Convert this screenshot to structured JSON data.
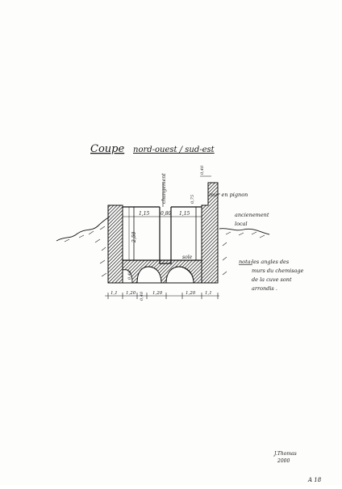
{
  "title": {
    "main": "Coupe",
    "sub": "nord-ouest / sud-est"
  },
  "labels": {
    "changement": "changement",
    "mur_pignon": "mur en pignon",
    "ancien_line1": "ancienement",
    "ancien_line2": "local",
    "sole": "sole",
    "nota_head": "nota:",
    "nota_lines": [
      "les angles des",
      "murs du chemisage",
      "de la cuve sont",
      "arrondis ."
    ]
  },
  "dimensions": {
    "top_width": "0,40",
    "pignon_height": "0,75",
    "inner_left": "1,15",
    "inner_mid": "0,80",
    "inner_right": "1,15",
    "height_main": "2,50",
    "height_lower": "0,40",
    "bottom": [
      "1,1",
      "1,20",
      "0,40",
      "1,20",
      "1,20",
      "1,1"
    ]
  },
  "signature": {
    "name": "J.Thomas",
    "year": "2000"
  },
  "page_number": "A 18"
}
